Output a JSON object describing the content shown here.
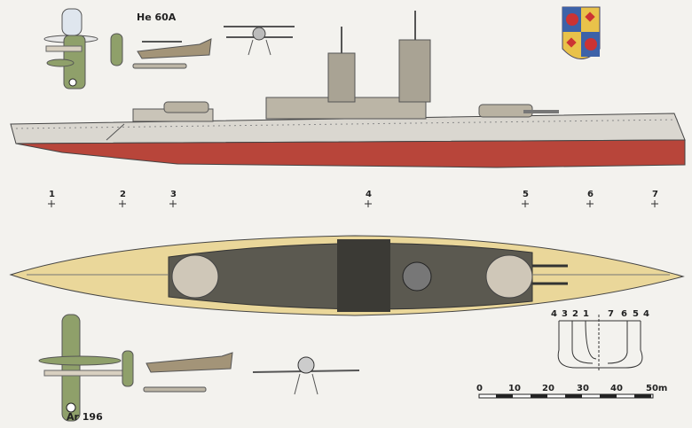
{
  "aircraft": {
    "top_label": "He 60A",
    "bottom_label": "Ar 196"
  },
  "stations": [
    "1",
    "2",
    "3",
    "4",
    "5",
    "6",
    "7"
  ],
  "section_numbers": {
    "left": [
      "4",
      "3",
      "2",
      "1"
    ],
    "right": [
      "7",
      "6",
      "5",
      "4"
    ]
  },
  "scale_bar": {
    "ticks": [
      "0",
      "10",
      "20",
      "30",
      "40",
      "50m"
    ]
  },
  "colors": {
    "hull_grey": "#d9d6cf",
    "hull_red": "#b8453a",
    "deck_yellow": "#ead79a",
    "camo_green": "#8fa06a"
  }
}
